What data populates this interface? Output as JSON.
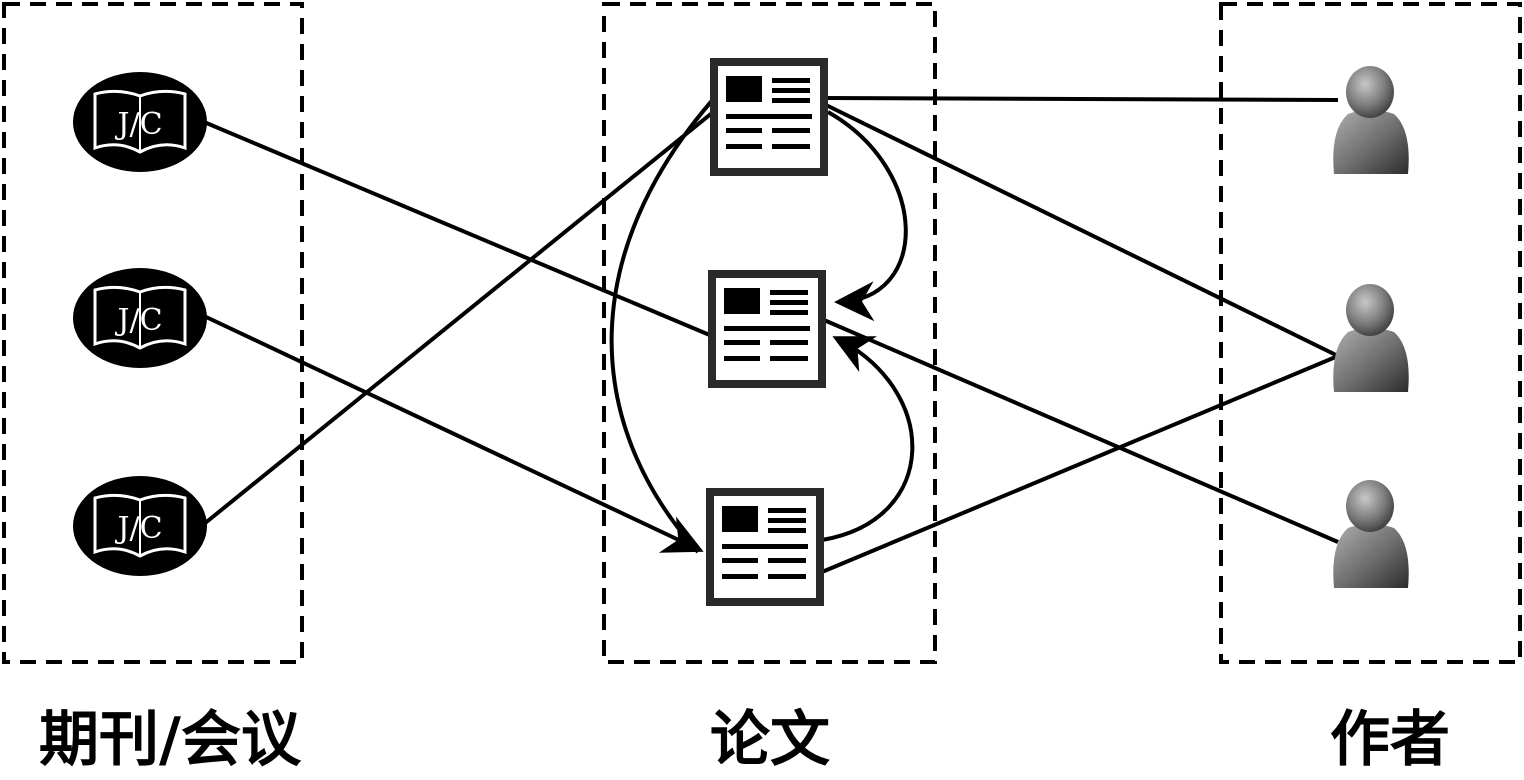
{
  "groups": {
    "venues": {
      "label": "期刊/会议"
    },
    "papers": {
      "label": "论文"
    },
    "authors": {
      "label": "作者"
    }
  },
  "venue_icon_text": "J/C",
  "icons": {
    "venue": "journal-conference-book-icon",
    "paper": "paper-document-icon",
    "author": "author-person-icon"
  },
  "colors": {
    "line": "#000000",
    "venue_fill": "#000000",
    "paper_frame": "#2a2a2a",
    "author_fill": "#8a8a8a"
  }
}
